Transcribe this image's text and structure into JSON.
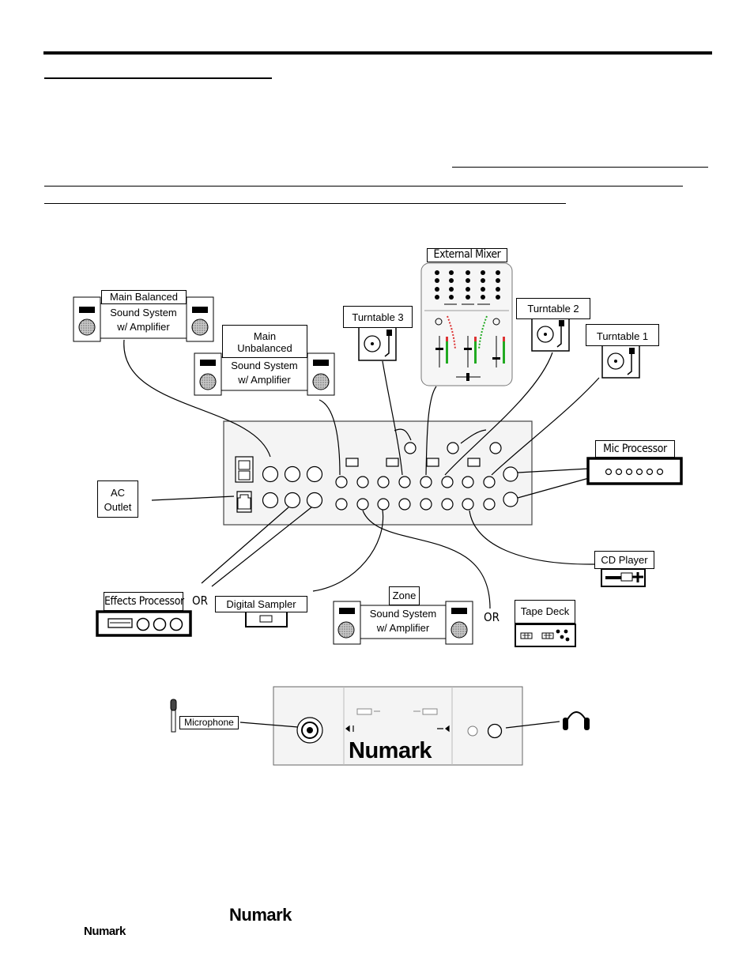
{
  "labels": {
    "external_mixer": "External Mixer",
    "main_balanced": "Main Balanced",
    "sound_system_amp": "Sound System\nw/ Amplifier",
    "main_unbalanced": "Main\nUnbalanced",
    "turntable_3": "Turntable 3",
    "turntable_2": "Turntable 2",
    "turntable_1": "Turntable 1",
    "mic_processor": "Mic Processor",
    "ac_outlet": "AC\nOutlet",
    "cd_player": "CD Player",
    "effects_processor": "Effects Processor",
    "digital_sampler": "Digital Sampler",
    "zone": "Zone",
    "tape_deck": "Tape Deck",
    "microphone": "Microphone",
    "or": "OR"
  },
  "brand": {
    "front_panel_logo": "Numark",
    "footer_logo_large": "Numark",
    "footer_logo_small": "Numark"
  },
  "colors": {
    "ink": "#000000",
    "panel_fill": "#f2f2f2",
    "speaker_cone": "#9a9a9a",
    "meter_green": "#22aa22",
    "meter_red": "#cc2222"
  }
}
